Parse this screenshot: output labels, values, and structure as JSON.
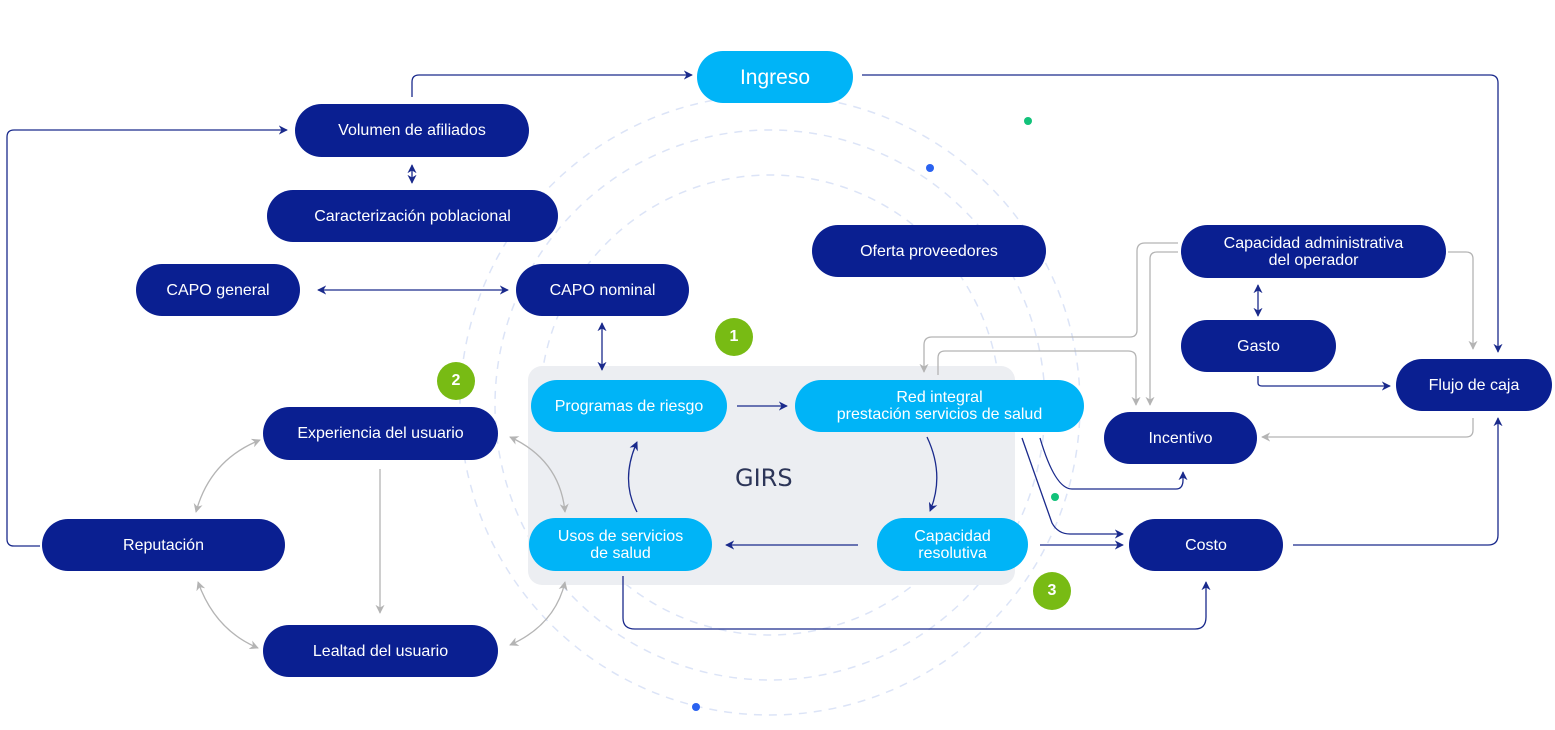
{
  "diagram": {
    "group_label": "GIRS",
    "badges": [
      "1",
      "2",
      "3"
    ],
    "nodes": {
      "ingreso": "Ingreso",
      "volumen": "Volumen de afiliados",
      "caracterizacion": "Caracterización poblacional",
      "capo_general": "CAPO general",
      "capo_nominal": "CAPO nominal",
      "oferta": "Oferta proveedores",
      "capacidad_admin": "Capacidad administrativa\ndel operador",
      "gasto": "Gasto",
      "flujo": "Flujo de caja",
      "incentivo": "Incentivo",
      "costo": "Costo",
      "programas": "Programas de riesgo",
      "red": "Red integral\nprestación servicios de salud",
      "capacidad_res": "Capacidad\nresolutiva",
      "usos": "Usos de servicios\nde salud",
      "experiencia": "Experiencia del usuario",
      "reputacion": "Reputación",
      "lealtad": "Lealtad del usuario"
    },
    "colors": {
      "dark_node": "#0a1f91",
      "light_node": "#00b4f7",
      "badge": "#78bb14",
      "arrow_dark": "#1a2a8c",
      "arrow_gray": "#b4b4b4",
      "group_bg": "#eceef2",
      "orbit": "#dce4f7",
      "dot_green": "#12c27a",
      "dot_blue": "#2a62f0"
    },
    "edges": [
      {
        "from": "Volumen de afiliados",
        "to": "Ingreso"
      },
      {
        "from": "Ingreso",
        "to": "Flujo de caja"
      },
      {
        "from": "Reputación",
        "to": "Volumen de afiliados"
      },
      {
        "from": "Volumen de afiliados",
        "to": "Caracterización poblacional",
        "bidirectional": true
      },
      {
        "from": "CAPO general",
        "to": "CAPO nominal",
        "bidirectional": true
      },
      {
        "from": "CAPO nominal",
        "to": "Programas de riesgo",
        "bidirectional": true
      },
      {
        "from": "Programas de riesgo",
        "to": "Red integral prestación servicios de salud"
      },
      {
        "from": "Red integral prestación servicios de salud",
        "to": "Capacidad resolutiva"
      },
      {
        "from": "Capacidad resolutiva",
        "to": "Usos de servicios de salud"
      },
      {
        "from": "Usos de servicios de salud",
        "to": "Programas de riesgo"
      },
      {
        "from": "Capacidad administrativa del operador",
        "to": "Red integral prestación servicios de salud"
      },
      {
        "from": "Capacidad administrativa del operador",
        "to": "Incentivo"
      },
      {
        "from": "Red integral prestación servicios de salud",
        "to": "Incentivo"
      },
      {
        "from": "Capacidad administrativa del operador",
        "to": "Flujo de caja"
      },
      {
        "from": "Capacidad administrativa del operador",
        "to": "Gasto",
        "bidirectional": true
      },
      {
        "from": "Gasto",
        "to": "Flujo de caja"
      },
      {
        "from": "Flujo de caja",
        "to": "Incentivo"
      },
      {
        "from": "Red integral prestación servicios de salud",
        "to": "Costo"
      },
      {
        "from": "Capacidad resolutiva",
        "to": "Costo"
      },
      {
        "from": "Usos de servicios de salud",
        "to": "Costo"
      },
      {
        "from": "Costo",
        "to": "Flujo de caja"
      },
      {
        "from": "Experiencia del usuario",
        "to": "Reputación",
        "bidirectional": true
      },
      {
        "from": "Experiencia del usuario",
        "to": "Lealtad del usuario"
      },
      {
        "from": "Reputación",
        "to": "Lealtad del usuario",
        "bidirectional": true
      },
      {
        "from": "Experiencia del usuario",
        "to": "Usos de servicios de salud",
        "bidirectional": true
      },
      {
        "from": "Lealtad del usuario",
        "to": "Usos de servicios de salud",
        "bidirectional": true
      }
    ]
  }
}
